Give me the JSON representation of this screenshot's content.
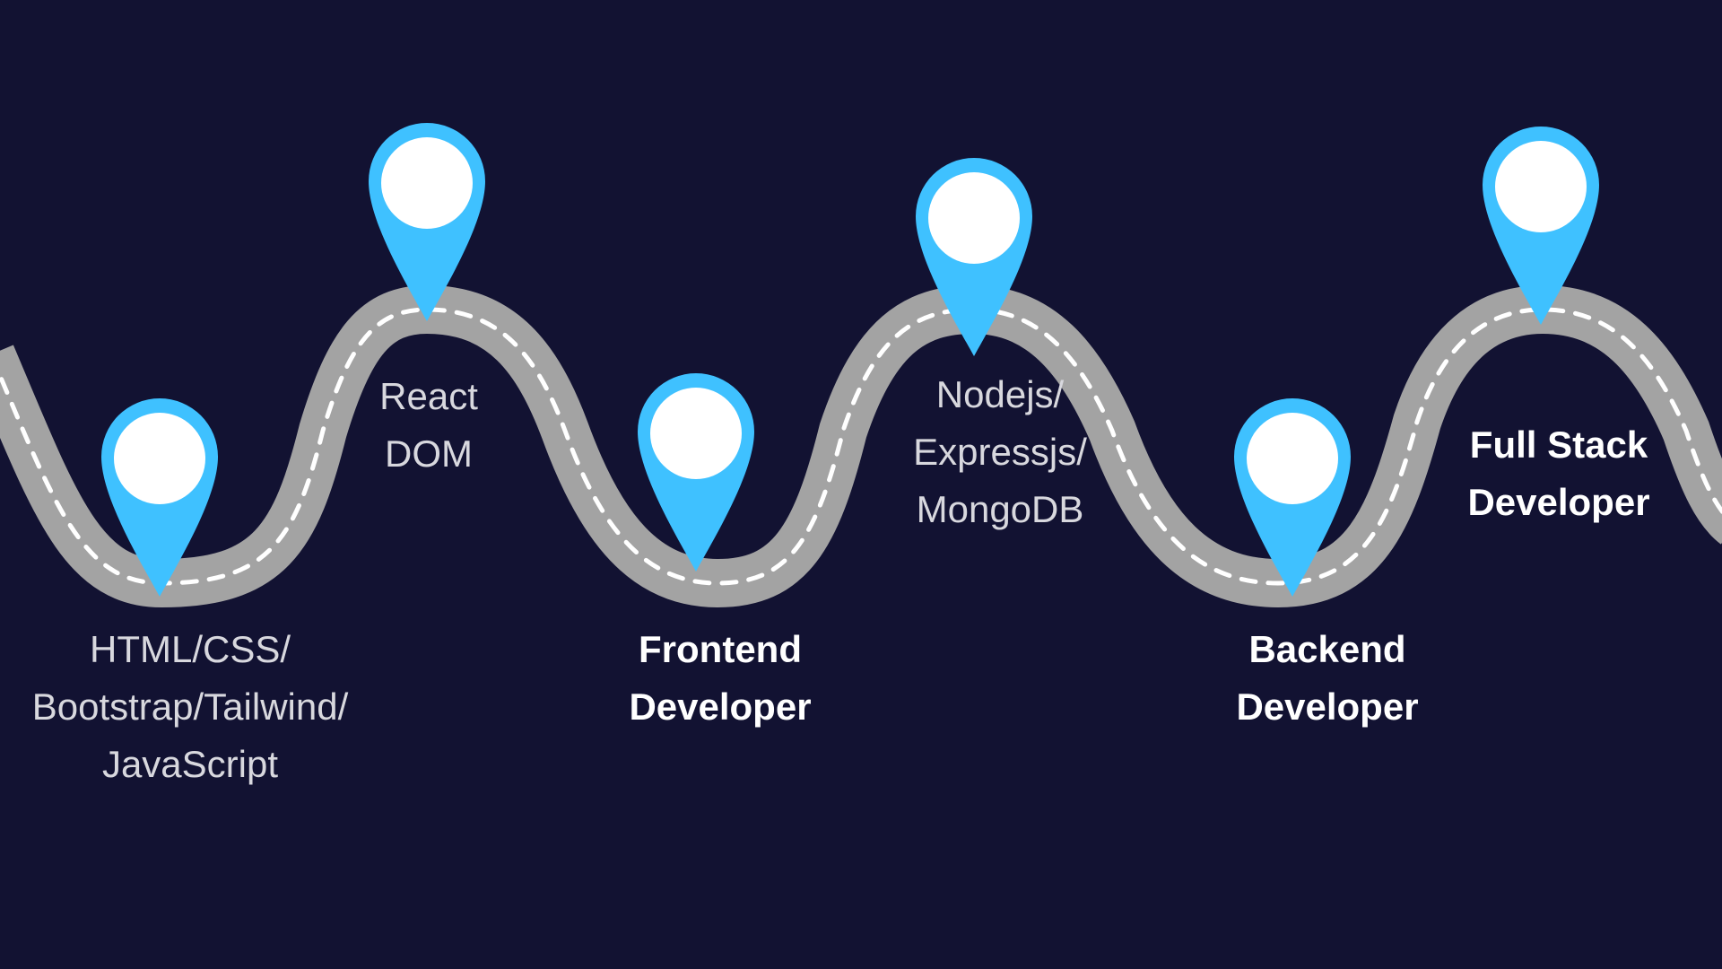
{
  "colors": {
    "background": "#121232",
    "road": "#a3a3a3",
    "road_dash": "#ffffff",
    "pin": "#3fc1ff",
    "pin_center": "#ffffff",
    "label_regular": "#d8d8de",
    "label_bold": "#ffffff"
  },
  "icons": {
    "pin": "map-pin-icon",
    "road": "winding-road"
  },
  "milestones": [
    {
      "lines": [
        "HTML/CSS/",
        "Bootstrap/Tailwind/",
        "JavaScript"
      ],
      "style": "regular"
    },
    {
      "lines": [
        "React",
        "DOM"
      ],
      "style": "regular"
    },
    {
      "lines": [
        "Frontend",
        "Developer"
      ],
      "style": "bold"
    },
    {
      "lines": [
        "Nodejs/",
        "Expressjs/",
        "MongoDB"
      ],
      "style": "regular"
    },
    {
      "lines": [
        "Backend",
        "Developer"
      ],
      "style": "bold"
    },
    {
      "lines": [
        "Full Stack",
        "Developer"
      ],
      "style": "bold"
    }
  ]
}
